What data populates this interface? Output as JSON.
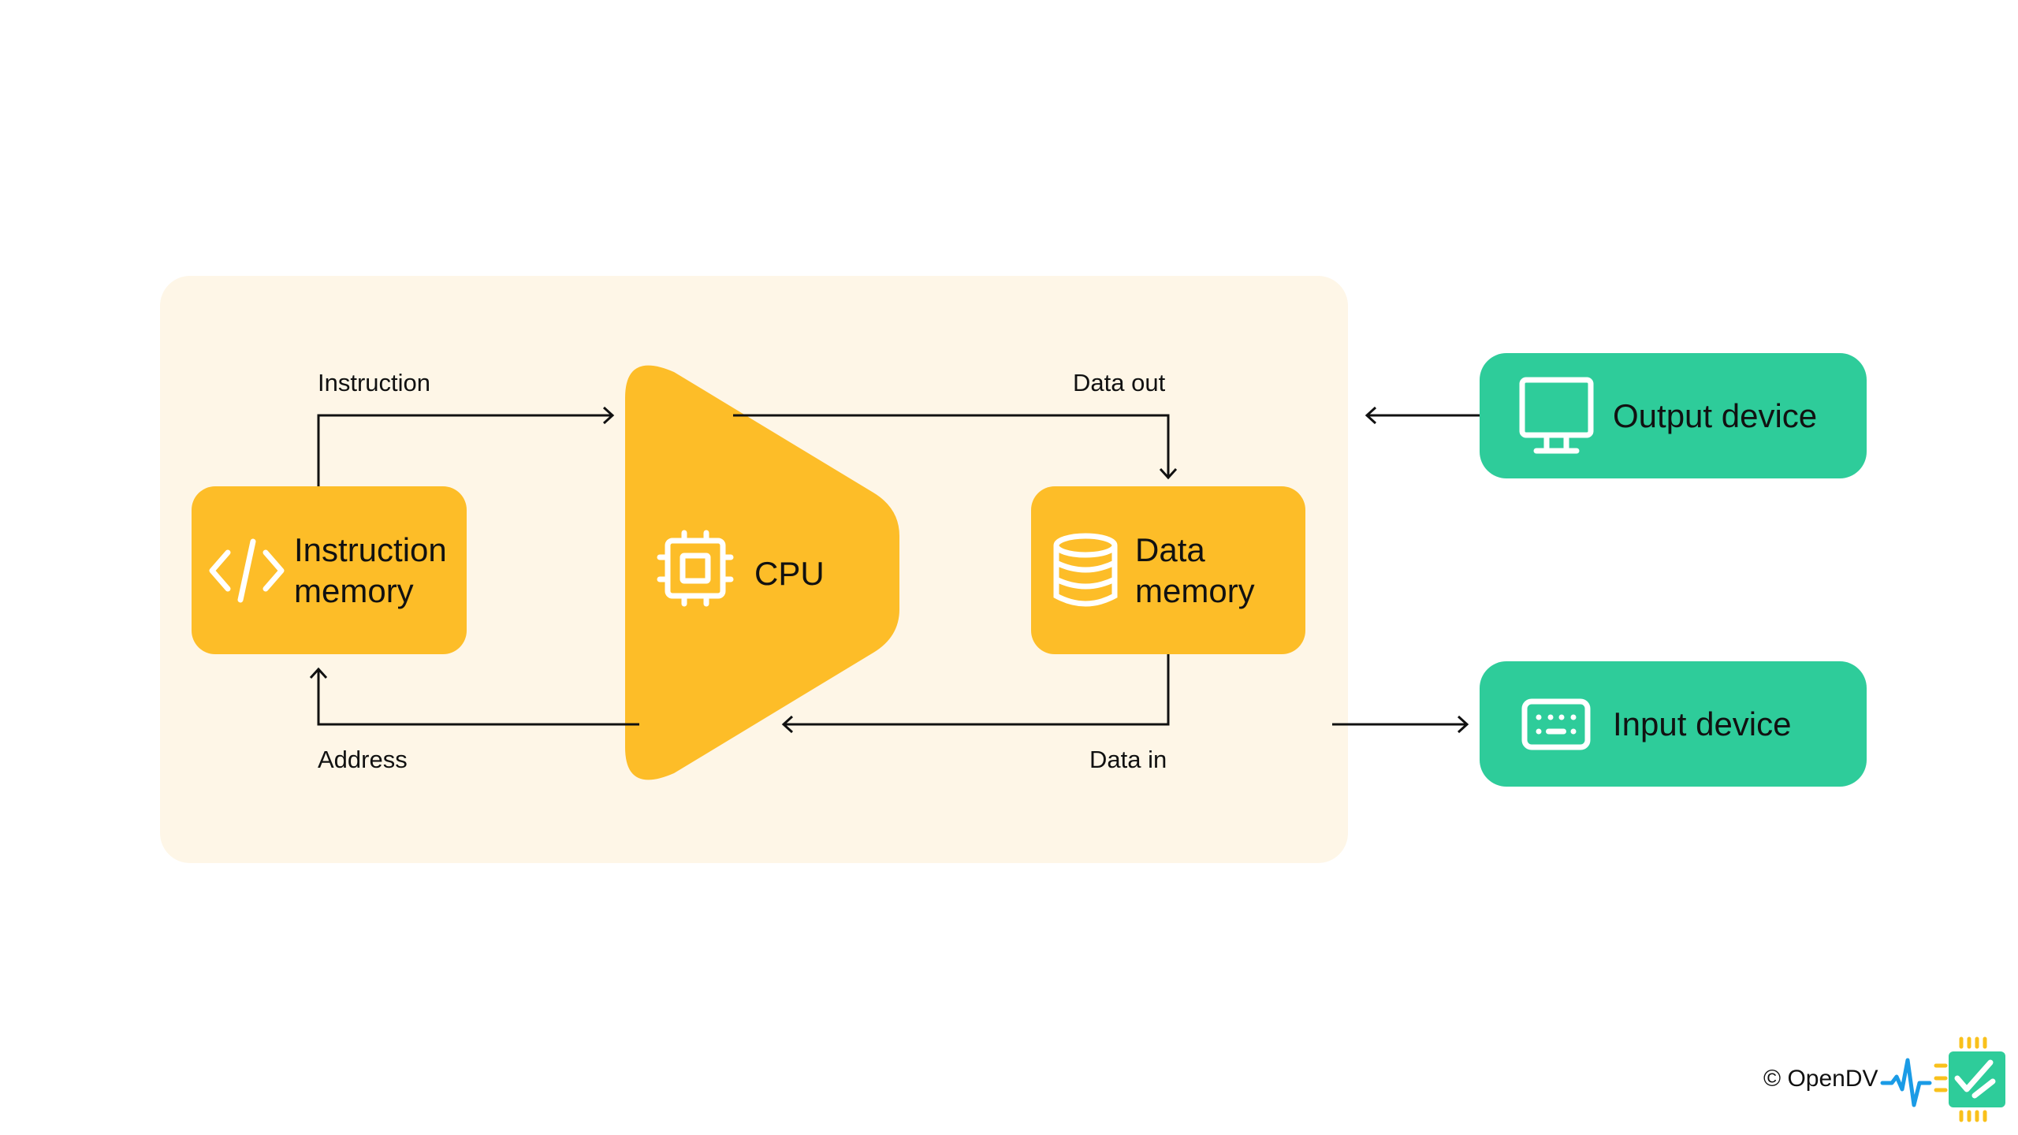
{
  "diagram": {
    "title": "Harvard architecture: CPU with instruction and data memory, plus I/O devices",
    "blocks": {
      "instruction_memory": {
        "label_line1": "Instruction",
        "label_line2": "memory",
        "icon": "code-icon"
      },
      "cpu": {
        "label": "CPU",
        "icon": "chip-icon"
      },
      "data_memory": {
        "label_line1": "Data",
        "label_line2": "memory",
        "icon": "database-icon"
      },
      "output_device": {
        "label": "Output device",
        "icon": "monitor-icon"
      },
      "input_device": {
        "label": "Input device",
        "icon": "keyboard-icon"
      }
    },
    "flows": {
      "instruction": "Instruction",
      "address": "Address",
      "data_out": "Data out",
      "data_in": "Data in"
    },
    "edges": [
      {
        "from": "instruction_memory",
        "to": "cpu",
        "label": "Instruction"
      },
      {
        "from": "cpu",
        "to": "instruction_memory",
        "label": "Address"
      },
      {
        "from": "cpu",
        "to": "data_memory",
        "label": "Data out"
      },
      {
        "from": "data_memory",
        "to": "cpu",
        "label": "Data in"
      },
      {
        "from": "output_device",
        "to": "system",
        "label": ""
      },
      {
        "from": "system",
        "to": "input_device",
        "label": ""
      }
    ],
    "colors": {
      "panel": "#fef6e7",
      "yellow_block": "#fdbd28",
      "green_block": "#2ecc9a",
      "arrow": "#111111"
    }
  },
  "footer": {
    "copyright": "© OpenDV",
    "logo": "opendv-chip-check-logo"
  }
}
